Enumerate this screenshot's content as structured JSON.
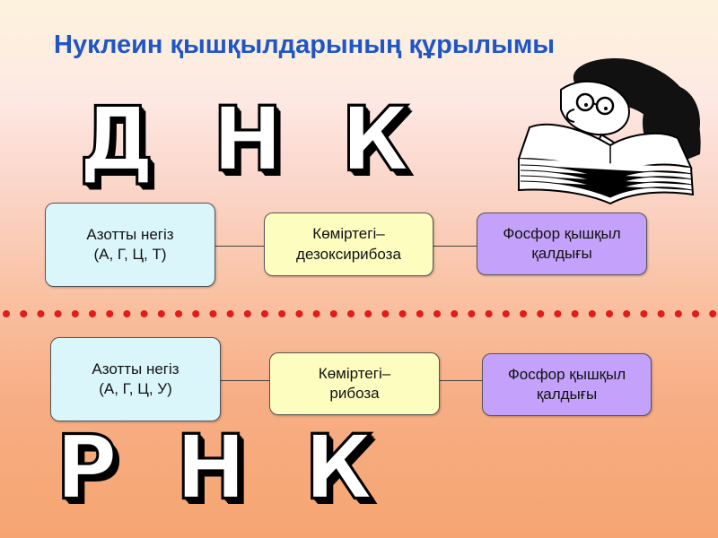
{
  "title": "Нуклеин қышқылдарының құрылымы",
  "dnk": {
    "label": "Д Н К",
    "base": "Азотты негіз\n(А, Г, Ц, Т)",
    "sugar": "Көміртегі–\nдезоксирибоза",
    "phosphate": "Фосфор қышқыл\nқалдығы"
  },
  "rnk": {
    "label": "Р Н К",
    "base": "Азотты негіз\n(А, Г, Ц, У)",
    "sugar": "Көміртегі–\nрибоза",
    "phosphate": "Фосфор қышқыл\nқалдығы"
  },
  "colors": {
    "title": "#1e56c8",
    "base_box": "#daf6fb",
    "sugar_box": "#fdfdc0",
    "phosphate_box": "#c4a2fb",
    "divider_dots": "#e21b1b"
  },
  "illustration": "person-reading-book-clipart"
}
